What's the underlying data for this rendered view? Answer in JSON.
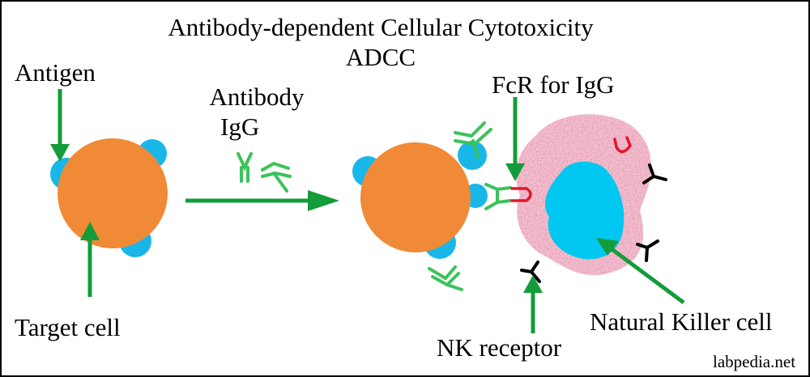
{
  "title": {
    "line1": "Antibody-dependent Cellular Cytotoxicity",
    "line2": "ADCC"
  },
  "labels": {
    "antigen": "Antigen",
    "antibody_line1": "Antibody",
    "antibody_line2": "IgG",
    "fcr": "FcR for IgG",
    "target_cell": "Target cell",
    "nk_receptor": "NK receptor",
    "nk_cell": "Natural Killer cell"
  },
  "watermark": "labpedia.net",
  "colors": {
    "target_cell": "#f08a36",
    "antigen": "#19b7e8",
    "arrow": "#149c3b",
    "antibody": "#3cc25a",
    "nk_cytoplasm": "#f3c4d2",
    "nk_nucleus": "#00c8f0",
    "fc_receptor": "#e4152f",
    "nk_receptor": "#000000"
  }
}
